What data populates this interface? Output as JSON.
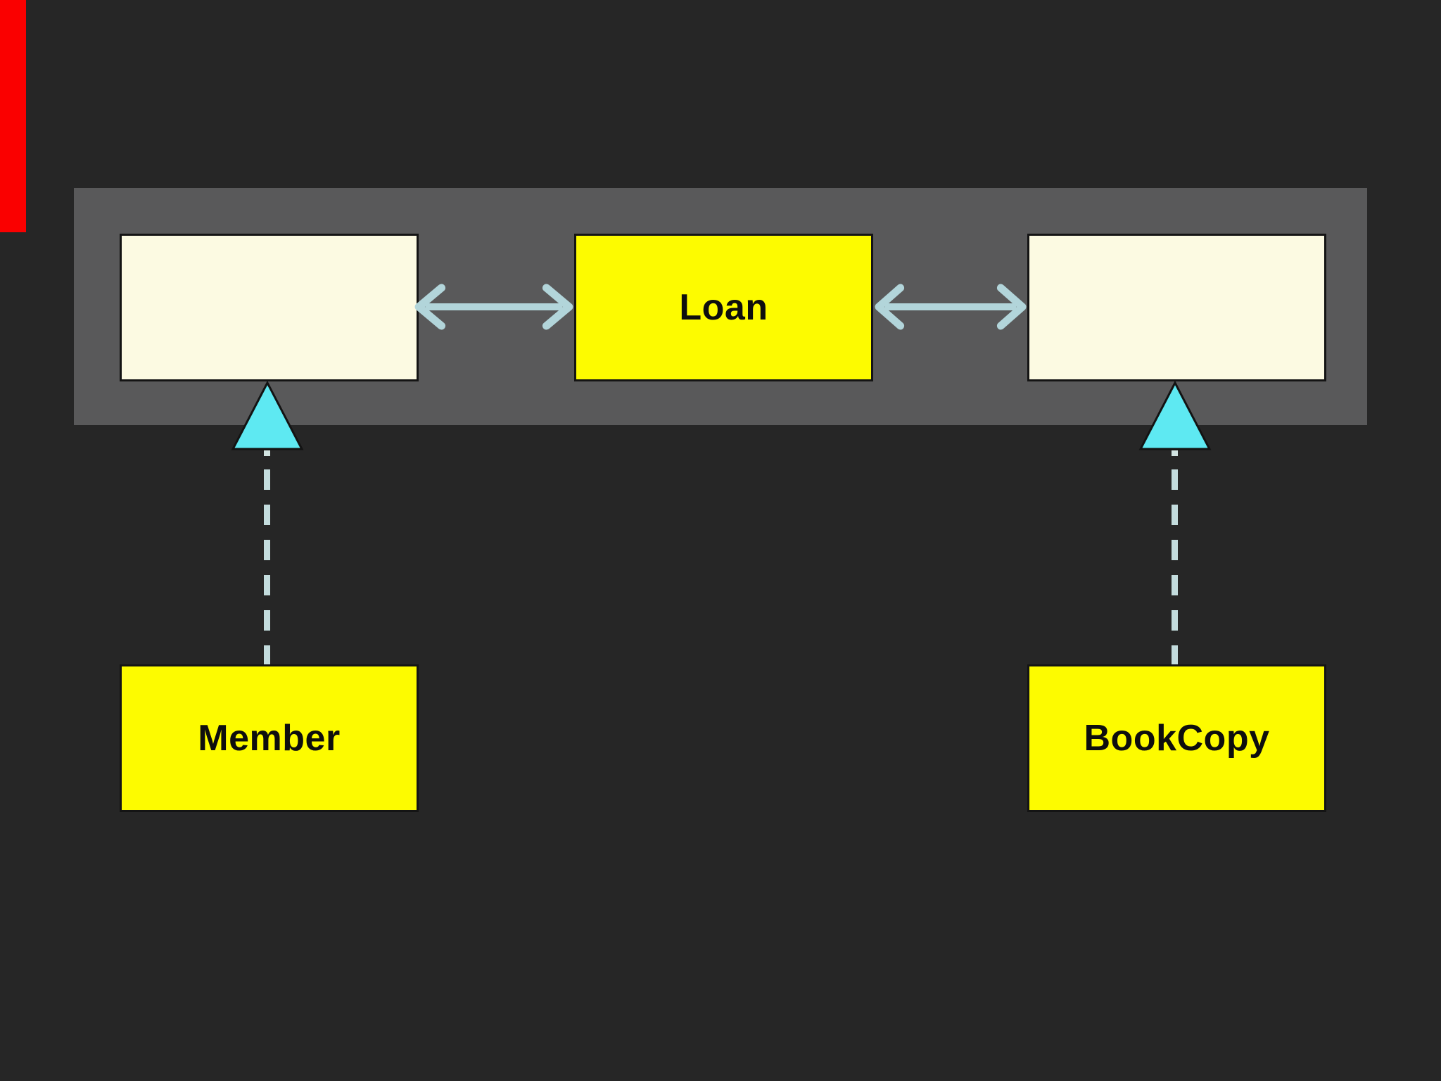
{
  "slide": {
    "background_color": "#262626",
    "band_color": "#59595a",
    "red_strip_color": "#fa0000"
  },
  "colors": {
    "class_yellow": "#fdfb00",
    "slot_cream": "#fcfae2",
    "triangle_cyan": "#5ee9f2",
    "arrow_light_blue": "#b2d5da",
    "dash_light_blue": "#c3dcdd",
    "box_outline": "#141414",
    "label_text": "#0e0e0e"
  },
  "diagram": {
    "type": "uml-class-association-diagram",
    "nodes": {
      "loan": {
        "label": "Loan",
        "kind": "association-class"
      },
      "member": {
        "label": "Member",
        "kind": "class"
      },
      "bookcopy": {
        "label": "BookCopy",
        "kind": "class"
      },
      "left_slot": {
        "label": "",
        "kind": "placeholder-box"
      },
      "right_slot": {
        "label": "",
        "kind": "placeholder-box"
      }
    },
    "edges": [
      {
        "from": "left_slot",
        "to": "loan",
        "style": "double-headed-arrow"
      },
      {
        "from": "loan",
        "to": "right_slot",
        "style": "double-headed-arrow"
      },
      {
        "from": "member",
        "to": "left_slot",
        "style": "dashed-line-with-hollow-triangle"
      },
      {
        "from": "bookcopy",
        "to": "right_slot",
        "style": "dashed-line-with-hollow-triangle"
      }
    ]
  }
}
